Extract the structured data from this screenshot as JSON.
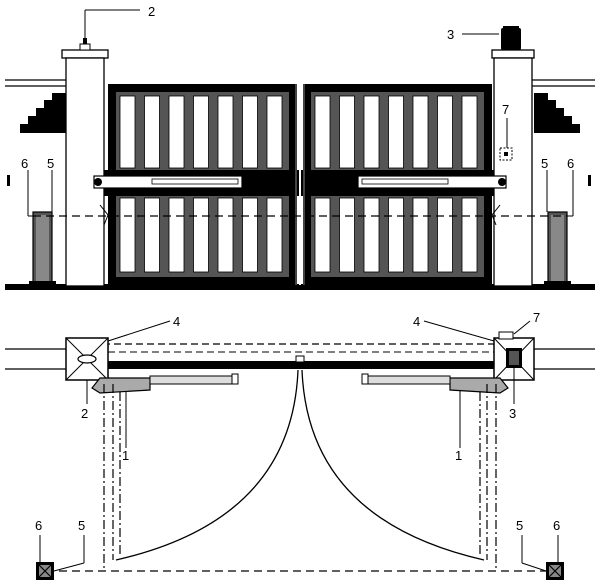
{
  "labels": {
    "actuator_arm": "1",
    "flashing_light": "2",
    "control_unit": "3",
    "cable": "4",
    "photocell_receiver": "5",
    "photocell_transmitter": "6",
    "key_selector": "7"
  },
  "colors": {
    "ink": "#000000",
    "light_gray": "#dddddd",
    "mid_gray": "#aaaaaa",
    "dark_gray": "#555555",
    "paper": "#ffffff"
  }
}
